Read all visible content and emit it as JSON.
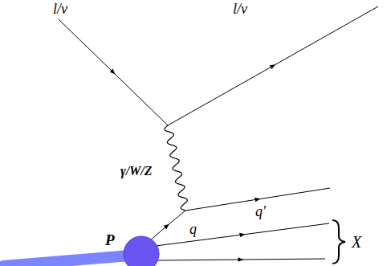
{
  "diagram": {
    "labels": [
      "l/ν",
      "l/ν",
      "γ/W/Z",
      "P",
      "q",
      "q′",
      "X"
    ]
  }
}
